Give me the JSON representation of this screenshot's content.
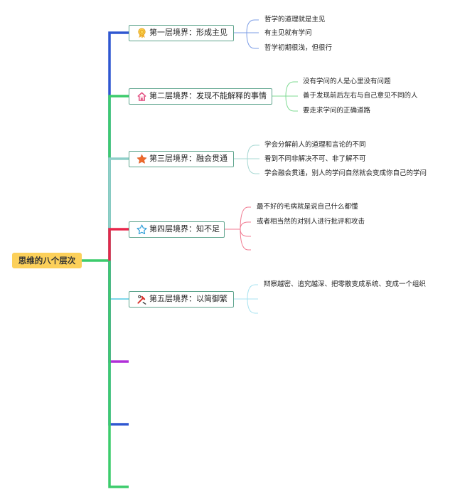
{
  "root": {
    "label": "思维的八个层次"
  },
  "branches": [
    {
      "label": "第一层境界：形成主见",
      "icon": "award-ribbon-icon",
      "leaves": [
        "哲学的道理就是主见",
        "有主见就有学问",
        "哲学初期很浅，但很行"
      ]
    },
    {
      "label": "第二层境界：发现不能解释的事情",
      "icon": "home-icon",
      "leaves": [
        "没有学问的人是心里没有问题",
        "善于发现前后左右与自己意见不同的人",
        "要走求学问的正确道路"
      ]
    },
    {
      "label": "第三层境界：融会贯通",
      "icon": "star-filled-icon",
      "leaves": [
        "学会分解前人的道理和言论的不同",
        "看到不同非解决不可、非了解不可",
        "学会融会贯通，别人的学问自然就会变成你自己的学问"
      ]
    },
    {
      "label": "第四层境界：知不足",
      "icon": "star-outline-icon",
      "leaves": [
        "最不好的毛病就是说自己什么都懂",
        "或者相当然的对别人进行批评和攻击"
      ]
    },
    {
      "label": "第五层境界：以简御繁",
      "icon": "tools-icon",
      "leaves": [
        "辩察越密、追究越深、把零散变成系统、变成一个组织"
      ]
    }
  ],
  "colors": {
    "root_fill": "#fcd05a",
    "node_border": "#5fa58e",
    "branch_1": "#2f57d0",
    "branch_2": "#3ccc6c",
    "branch_3": "#8fcfc9",
    "branch_4": "#e8264a",
    "branch_5": "#7dd6ea",
    "branch_6": "#b02fd8",
    "branch_7": "#2f57d0",
    "branch_8": "#3ccc6c",
    "leaf_1": "#7b9ce6",
    "leaf_2": "#7fdb93",
    "leaf_3": "#a7d8d3",
    "leaf_4": "#f07a90",
    "leaf_5": "#a8e3f0"
  }
}
